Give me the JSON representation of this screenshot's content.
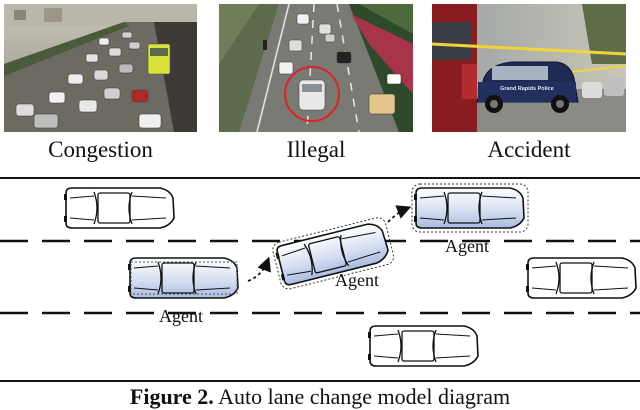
{
  "photos": [
    {
      "id": "congestion",
      "caption": "Congestion"
    },
    {
      "id": "illegal",
      "caption": "Illegal"
    },
    {
      "id": "accident",
      "caption": "Accident"
    }
  ],
  "police_car_text": "Grand Rapids Police",
  "diagram": {
    "agent_labels": [
      "Agent",
      "Agent",
      "Agent"
    ]
  },
  "figure": {
    "label": "Figure 2.",
    "text": " Auto lane change model diagram"
  }
}
